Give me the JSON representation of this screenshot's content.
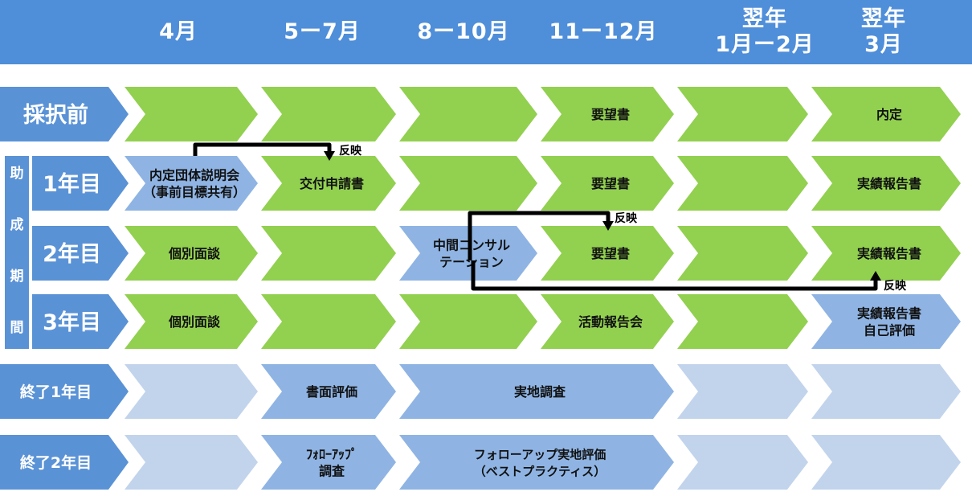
{
  "columns": [
    {
      "lines": [
        "4月"
      ]
    },
    {
      "lines": [
        "5ー7月"
      ]
    },
    {
      "lines": [
        "8ー10月"
      ]
    },
    {
      "lines": [
        "11ー12月"
      ]
    },
    {
      "lines": [
        "翌年",
        "1月ー2月"
      ]
    },
    {
      "lines": [
        "翌年",
        "3月"
      ]
    }
  ],
  "grant_period_label": [
    "助",
    "成",
    "期",
    "間"
  ],
  "rows": [
    {
      "label": "採択前",
      "cells": [
        {
          "lines": [],
          "style": "green"
        },
        {
          "lines": [],
          "style": "green"
        },
        {
          "lines": [],
          "style": "green"
        },
        {
          "lines": [
            "要望書"
          ],
          "style": "green"
        },
        {
          "lines": [],
          "style": "green"
        },
        {
          "lines": [
            "内定"
          ],
          "style": "green"
        }
      ]
    },
    {
      "label": "1年目",
      "cells": [
        {
          "lines": [
            "内定団体説明会",
            "（事前目標共有）"
          ],
          "style": "blue"
        },
        {
          "lines": [
            "交付申請書"
          ],
          "style": "green"
        },
        {
          "lines": [],
          "style": "green"
        },
        {
          "lines": [
            "要望書"
          ],
          "style": "green"
        },
        {
          "lines": [],
          "style": "green"
        },
        {
          "lines": [
            "実績報告書"
          ],
          "style": "green"
        }
      ]
    },
    {
      "label": "2年目",
      "cells": [
        {
          "lines": [
            "個別面談"
          ],
          "style": "green"
        },
        {
          "lines": [],
          "style": "green"
        },
        {
          "lines": [
            "中間コンサル",
            "テーション"
          ],
          "style": "blue"
        },
        {
          "lines": [
            "要望書"
          ],
          "style": "green"
        },
        {
          "lines": [],
          "style": "green"
        },
        {
          "lines": [
            "実績報告書"
          ],
          "style": "green"
        }
      ]
    },
    {
      "label": "3年目",
      "cells": [
        {
          "lines": [
            "個別面談"
          ],
          "style": "green"
        },
        {
          "lines": [],
          "style": "green"
        },
        {
          "lines": [],
          "style": "green"
        },
        {
          "lines": [
            "活動報告会"
          ],
          "style": "green"
        },
        {
          "lines": [],
          "style": "green"
        },
        {
          "lines": [
            "実績報告書",
            "自己評価"
          ],
          "style": "blue"
        }
      ]
    },
    {
      "label": "終了1年目",
      "cells": [
        {
          "lines": [],
          "style": "pale"
        },
        {
          "lines": [
            "書面評価"
          ],
          "style": "blue"
        },
        {
          "lines": [
            "実地調査"
          ],
          "style": "blue",
          "span": 2
        },
        {
          "lines": [],
          "style": "pale"
        },
        {
          "lines": [],
          "style": "pale"
        }
      ]
    },
    {
      "label": "終了2年目",
      "cells": [
        {
          "lines": [],
          "style": "pale"
        },
        {
          "lines": [
            "ﾌｫﾛｰｱｯﾌﾟ",
            "調査"
          ],
          "style": "blue"
        },
        {
          "lines": [
            "フォローアップ実地評価",
            "（ベストプラクティス）"
          ],
          "style": "blue",
          "span": 2
        },
        {
          "lines": [],
          "style": "pale"
        },
        {
          "lines": [],
          "style": "pale"
        }
      ]
    }
  ],
  "feedback_label": "反映",
  "colors": {
    "header": "#4f8ed9",
    "label": "#5a92d6",
    "green": "#92d050",
    "blue": "#8fb4e3",
    "pale": "#c2d4ec",
    "arrow": "#000000"
  }
}
